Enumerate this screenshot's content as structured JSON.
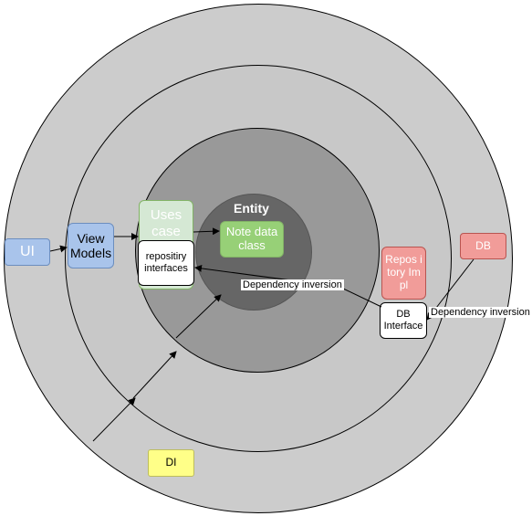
{
  "entity": {
    "title": "Entity",
    "note": "Note data class"
  },
  "use_cases": {
    "title": "Uses case",
    "repo_interfaces": "repositiry interfaces"
  },
  "view_models": {
    "label": "View Models"
  },
  "ui": {
    "label": "UI"
  },
  "repo_impl": {
    "label": "Repos itory Impl"
  },
  "db_interface": {
    "label": "DB Interface"
  },
  "db": {
    "label": "DB"
  },
  "di": {
    "label": "DI"
  },
  "arrows": {
    "dependency_inversion_inner": "Dependency inversion",
    "dependency_inversion_outer": "Dependency inversion"
  },
  "colors": {
    "outer_ring": "#cccccc",
    "middle_ring": "#c8c8c8",
    "inner_ring": "#999999",
    "core": "#666666",
    "green_fill": "#d5e8d4",
    "green_border": "#82b366",
    "note_fill": "#97d077",
    "blue_fill": "#a9c4eb",
    "blue_border": "#6c8ebf",
    "red_fill": "#f19c99",
    "red_border": "#b85450",
    "yellow_fill": "#ffff88",
    "yellow_border": "#bdbd5c"
  }
}
